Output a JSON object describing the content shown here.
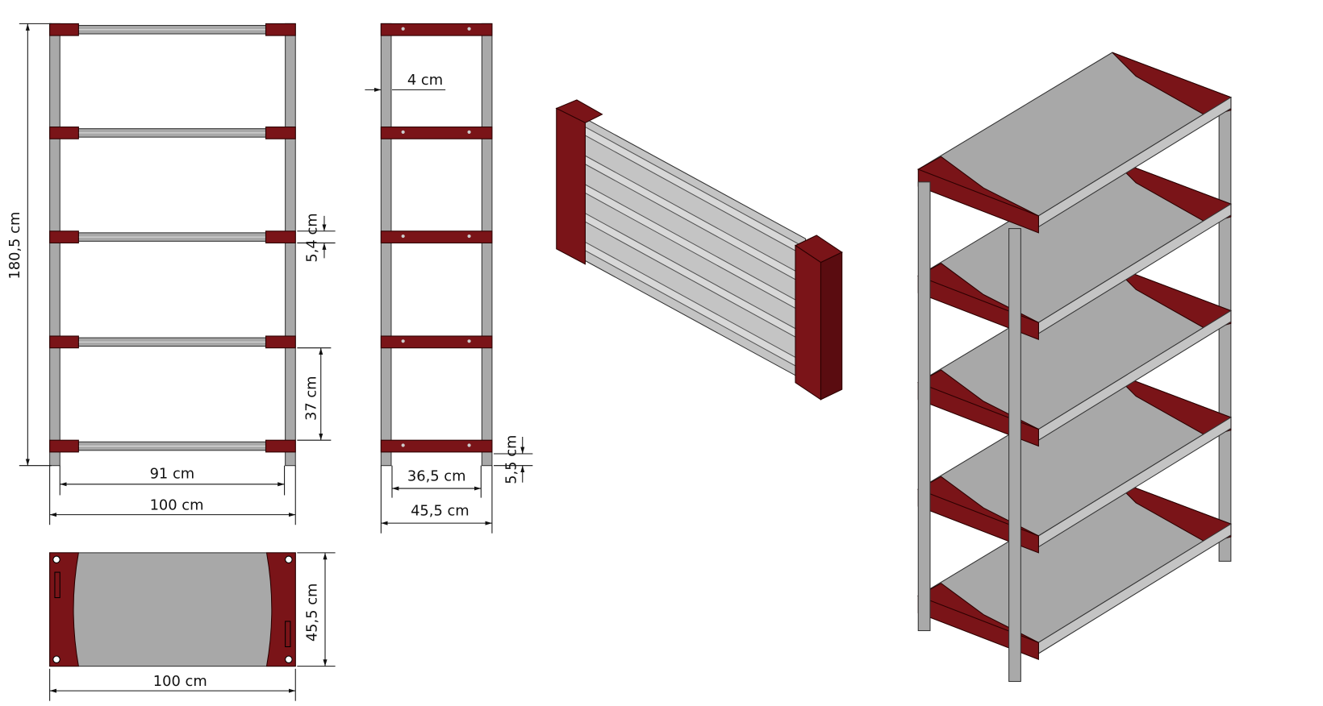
{
  "drawing": {
    "front_view": {
      "height_label": "180,5 cm",
      "inner_width_label": "91 cm",
      "outer_width_label": "100 cm",
      "shelf_thickness_label": "5,4 cm",
      "shelf_spacing_label": "37 cm"
    },
    "side_view": {
      "post_diameter_label": "4 cm",
      "inner_depth_label": "36,5 cm",
      "outer_depth_label": "45,5 cm",
      "foot_height_label": "5,5 cm"
    },
    "top_view": {
      "depth_label": "45,5 cm",
      "width_label": "100 cm"
    },
    "colors": {
      "frame_red": "#7a1418",
      "shelf_gray": "#a8a8a8",
      "post_gray": "#a9a9a9"
    }
  }
}
